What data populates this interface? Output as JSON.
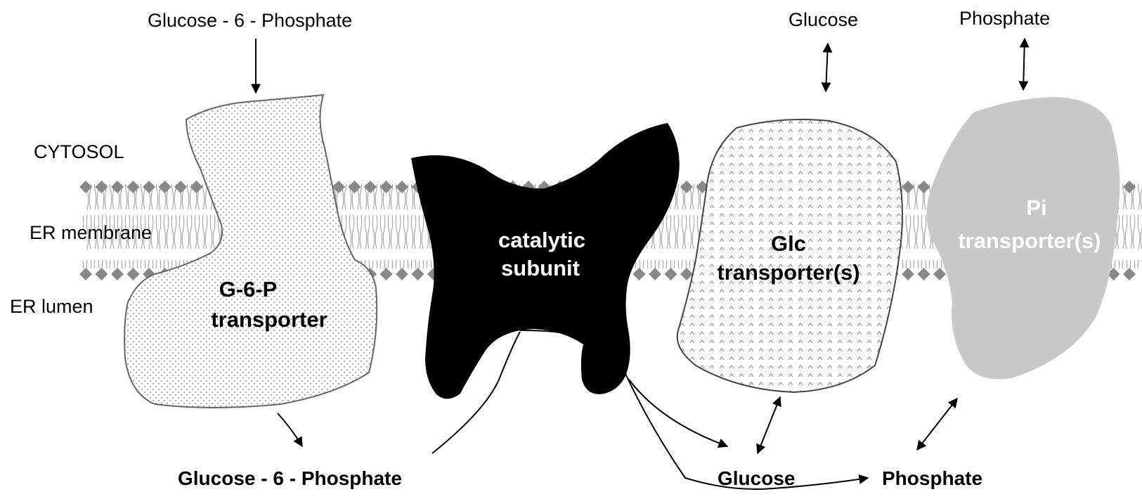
{
  "labels": {
    "top_g6p": "Glucose - 6 - Phosphate",
    "top_glucose": "Glucose",
    "top_phosphate": "Phosphate",
    "cytosol": "CYTOSOL",
    "er_membrane": "ER membrane",
    "er_lumen": "ER lumen",
    "bottom_g6p": "Glucose - 6 - Phosphate",
    "bottom_glucose": "Glucose",
    "bottom_phosphate": "Phosphate"
  },
  "proteins": {
    "g6p_transporter": {
      "line1": "G-6-P",
      "line2": "transporter"
    },
    "catalytic_subunit": {
      "line1": "catalytic",
      "line2": "subunit"
    },
    "glc_transporter": {
      "line1": "Glc",
      "line2": "transporter(s)"
    },
    "pi_transporter": {
      "line1": "Pi",
      "line2": "transporter(s)"
    }
  },
  "colors": {
    "membrane_head": "#888888",
    "membrane_tail": "#9a9a9a",
    "catalytic_fill": "#000000",
    "pi_fill": "#c8c8c8",
    "outline": "#555555"
  }
}
